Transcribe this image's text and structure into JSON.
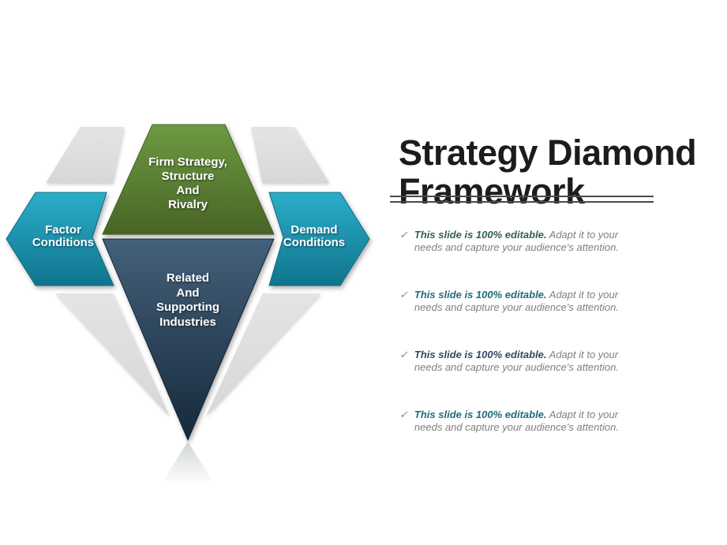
{
  "slide": {
    "title": "Strategy Diamond Framework"
  },
  "diagram": {
    "labels": {
      "firm": "Firm Strategy,\nStructure\nAnd\nRivalry",
      "factor": "Factor\nConditions",
      "demand": "Demand\nConditions",
      "related": "Related\nAnd\nSupporting\nIndustries"
    }
  },
  "icons": {
    "check_glyph": "✓"
  },
  "bullets": [
    {
      "check": "✓",
      "bold": "This slide is 100% editable.",
      "rest": " Adapt it to your needs and capture your audience's attention.",
      "accent": "#336149"
    },
    {
      "check": "✓",
      "bold": "This slide is 100% editable.",
      "rest": " Adapt it to your needs and capture your audience's attention.",
      "accent": "#1e6b7d"
    },
    {
      "check": "✓",
      "bold": "This slide is 100% editable.",
      "rest": " Adapt it to your needs and capture your audience's attention.",
      "accent": "#2e4a63"
    },
    {
      "check": "✓",
      "bold": "This slide is 100% editable.",
      "rest": " Adapt it to your needs and capture your audience's attention.",
      "accent": "#1e6b7d"
    }
  ],
  "colors": {
    "green_top": "#6d9a41",
    "green_bottom": "#486426",
    "teal_top": "#2badc9",
    "teal_bottom": "#0f748d",
    "slate_top": "#44607a",
    "slate_bottom": "#16293a",
    "facet_gray": "#e4e4e4",
    "facet_gray_dark": "#d7d7d7",
    "title_text": "#1c1c1c",
    "underline": "#4a4a4a",
    "body_text": "#7f7f7f",
    "check": "#74857a",
    "label_text": "#ffffff"
  }
}
